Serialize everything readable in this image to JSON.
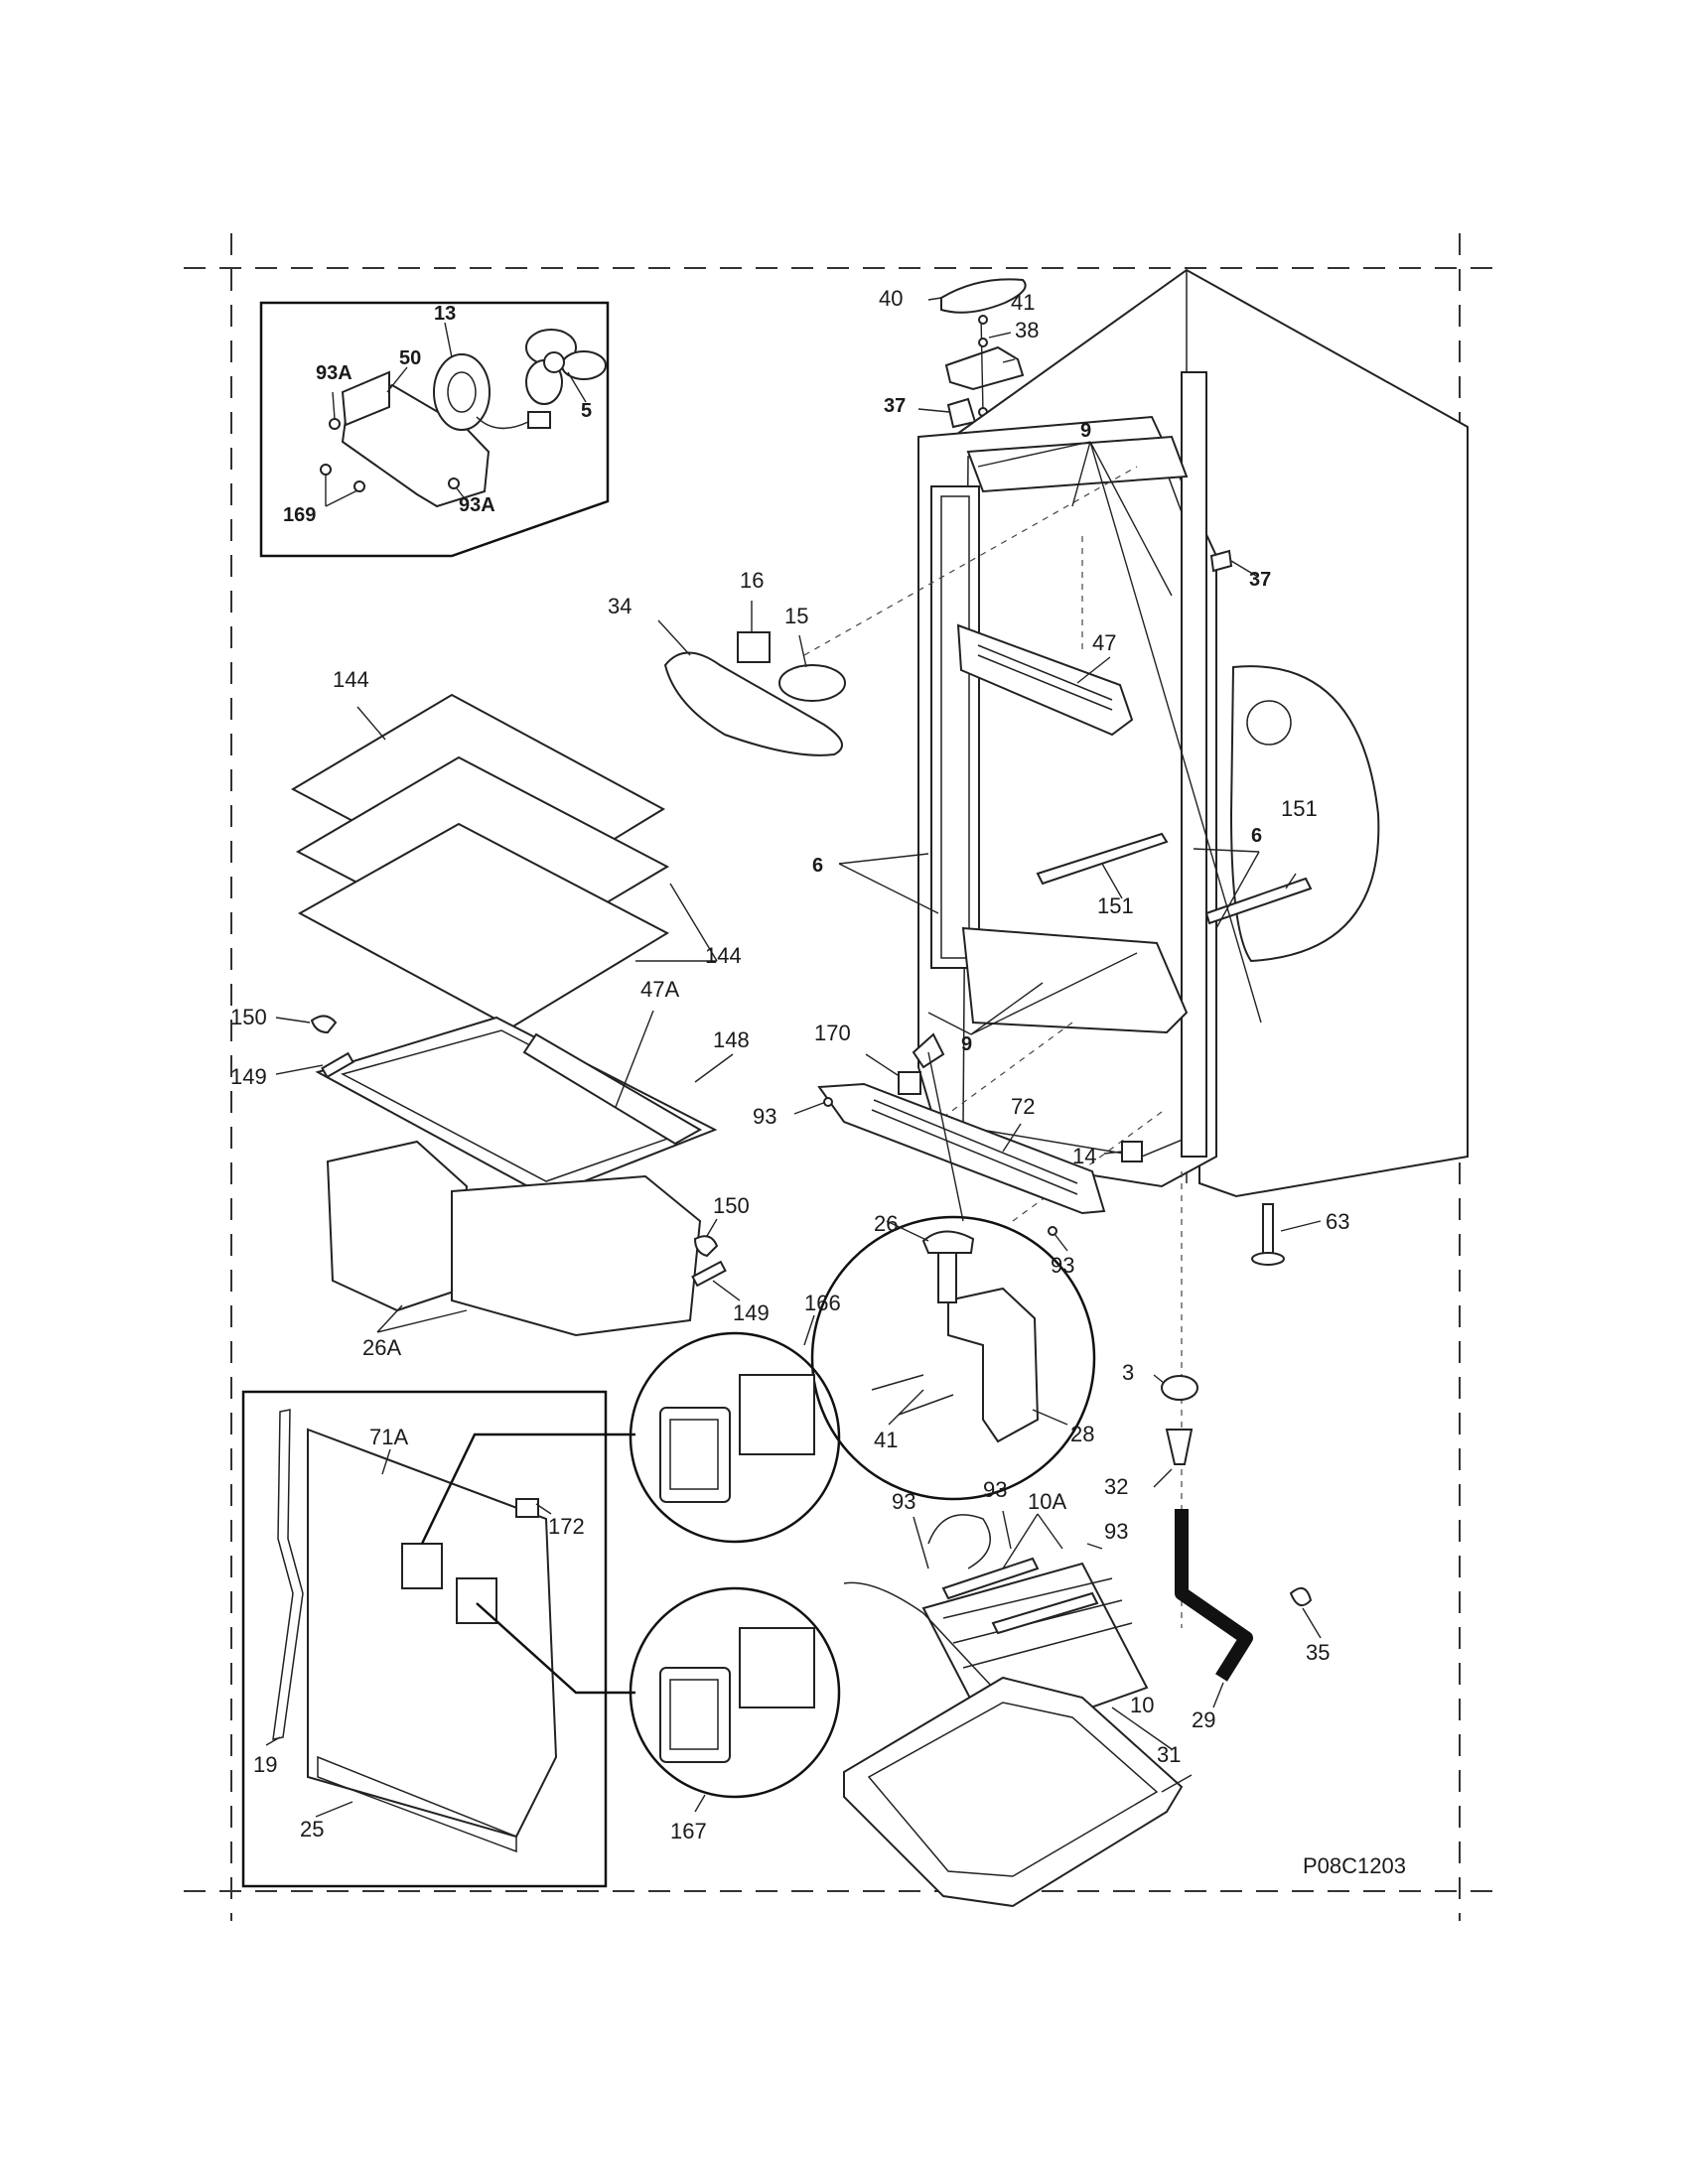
{
  "drawing_code": "P08C1203",
  "callouts": {
    "c13": "13",
    "c93a_1": "93A",
    "c50": "50",
    "c5": "5",
    "c169": "169",
    "c93a_2": "93A",
    "c40": "40",
    "c41_top": "41",
    "c38": "38",
    "c37_top": "37",
    "c9_top": "9",
    "c37_right": "37",
    "c34": "34",
    "c16": "16",
    "c15": "15",
    "c47": "47",
    "c144_top": "144",
    "c144_mid": "144",
    "c6_left": "6",
    "c6_right": "6",
    "c151_right": "151",
    "c151_mid": "151",
    "c150_left": "150",
    "c149_left": "149",
    "c47a": "47A",
    "c148": "148",
    "c170": "170",
    "c9_bottom": "9",
    "c93_left": "93",
    "c72": "72",
    "c14": "14",
    "c63": "63",
    "c150_right": "150",
    "c26": "26",
    "c93_right": "93",
    "c149_right": "149",
    "c26a": "26A",
    "c166": "166",
    "c41_hinge": "41",
    "c28": "28",
    "c3": "3",
    "c32": "32",
    "c71a": "71A",
    "c172": "172",
    "c93_a": "93",
    "c93_b": "93",
    "c10a": "10A",
    "c93_c": "93",
    "c35": "35",
    "c10": "10",
    "c29": "29",
    "c19": "19",
    "c31": "31",
    "c25": "25",
    "c167": "167"
  }
}
